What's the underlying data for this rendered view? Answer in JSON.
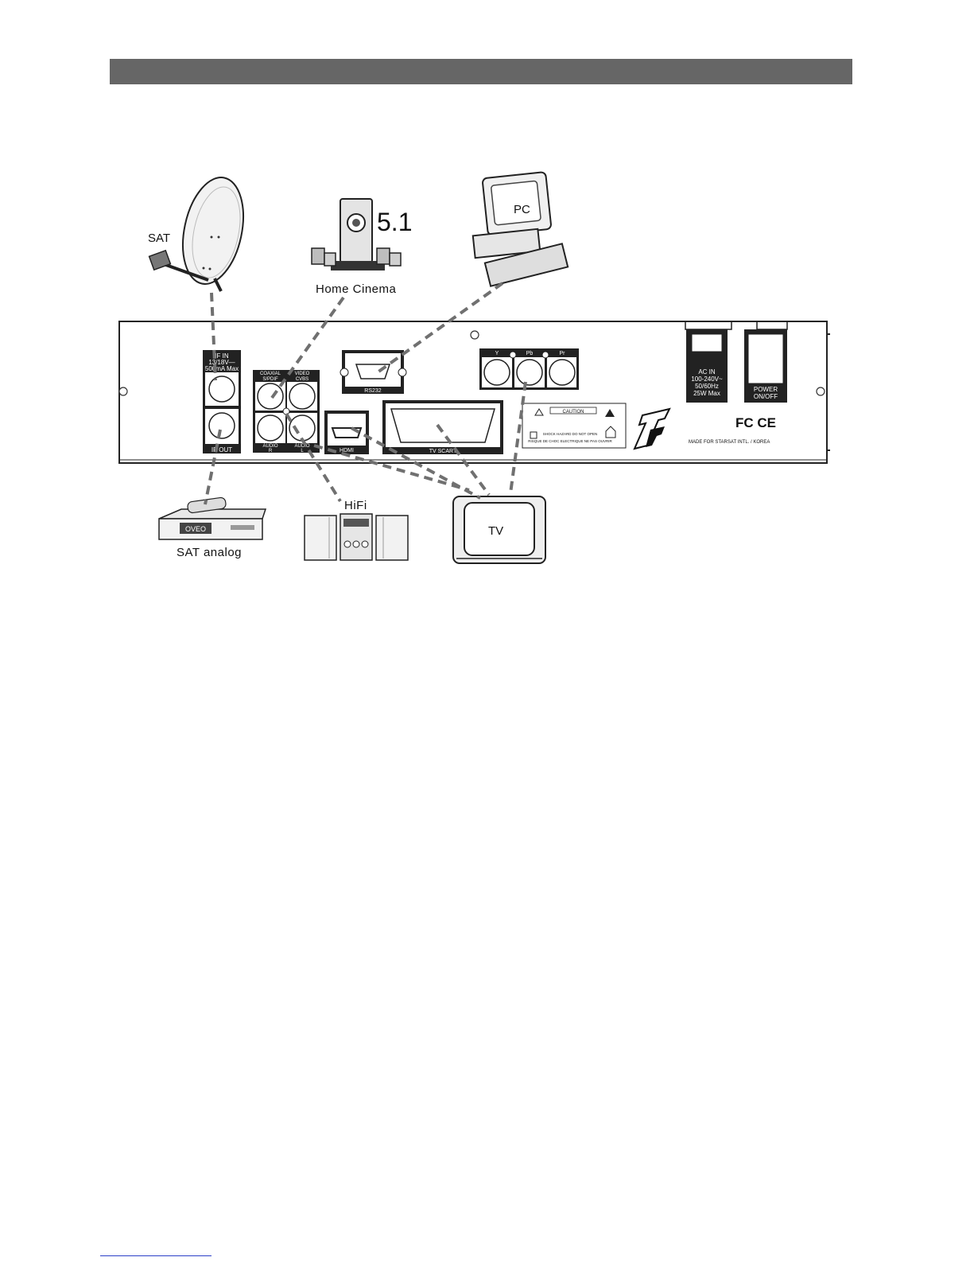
{
  "devices": {
    "sat": "SAT",
    "home_cinema": "Home Cinema",
    "surround": "5.1",
    "pc": "PC",
    "sat_analog": "SAT analog",
    "analog_display": "OVEO",
    "hifi": "HiFi",
    "tv": "TV"
  },
  "panel": {
    "if_in": [
      "IF IN",
      "13/18V—",
      "500mA Max"
    ],
    "if_out": "IF OUT",
    "coaxial": [
      "COAXIAL",
      "S/PDIF"
    ],
    "video": [
      "VIDEO",
      "CVBS"
    ],
    "audio_r": [
      "AUDIO",
      "R"
    ],
    "audio_l": [
      "AUDIO",
      "L"
    ],
    "rs232": "RS232",
    "hdmi": "HDMI",
    "tv_scart": "TV SCART",
    "y": "Y",
    "pb": "Pb",
    "pr": "Pr",
    "ac_in": [
      "AC IN",
      "100-240V~",
      "50/60Hz",
      "25W Max"
    ],
    "power": [
      "POWER",
      "ON/OFF"
    ],
    "caution_title": "CAUTION",
    "caution_line1": "SHOCK HAZARD DO NOT OPEN",
    "caution_line2": "RISQUE DE CHOC ELECTRIQUE NE PAS OUVRIR",
    "certifications": "FC CE",
    "made_for": "MADE FOR STARSAT INTL. / KOREA"
  },
  "colors": {
    "header_bar": "#666666",
    "line": "#555555",
    "dash": "#707070",
    "ink": "#111111"
  }
}
